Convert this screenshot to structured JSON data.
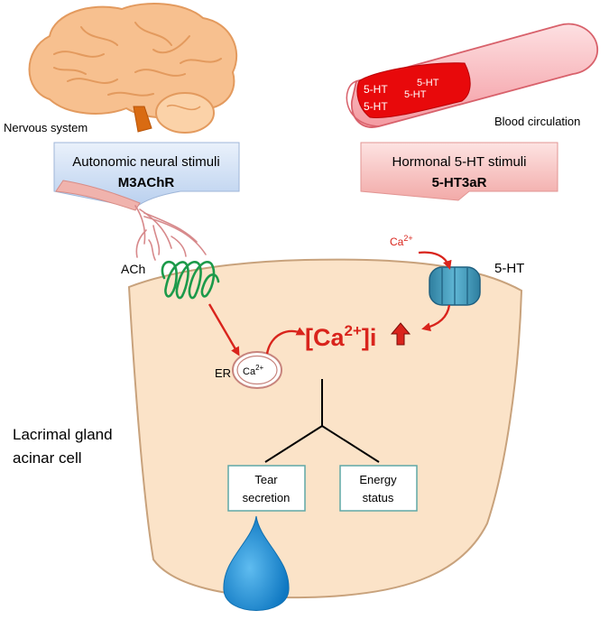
{
  "left_panel": {
    "system_label": "Nervous system",
    "stimulus_title": "Autonomic neural stimuli",
    "receptor": "M3AChR",
    "neurotransmitter": "ACh"
  },
  "right_panel": {
    "vessel_contents": [
      "5-HT",
      "5-HT",
      "5-HT",
      "5-HT"
    ],
    "system_label": "Blood circulation",
    "stimulus_title": "Hormonal 5-HT stimuli",
    "receptor": "5-HT3aR",
    "ligand": "5-HT",
    "ion": "Ca",
    "ion_charge": "2+"
  },
  "cell": {
    "name_line1": "Lacrimal gland",
    "name_line2": "acinar cell",
    "er_label": "ER",
    "er_ion": "Ca",
    "er_ion_charge": "2+",
    "calcium_main": "[Ca",
    "calcium_sup": "2+",
    "calcium_suffix": "]i",
    "outcomes": [
      {
        "line1": "Tear",
        "line2": "secretion"
      },
      {
        "line1": "Energy",
        "line2": "status"
      }
    ]
  },
  "colors": {
    "red_arrow": "#d9241c",
    "blue_panel": "#cfe0f5",
    "pink_panel": "#f7c7c5",
    "cell_fill": "#fbe3c8",
    "cell_stroke": "#c8a27c",
    "receptor_green": "#1c9a4a",
    "channel_blue": "#3b98b8",
    "tear_blue": "#1d8fd4"
  }
}
